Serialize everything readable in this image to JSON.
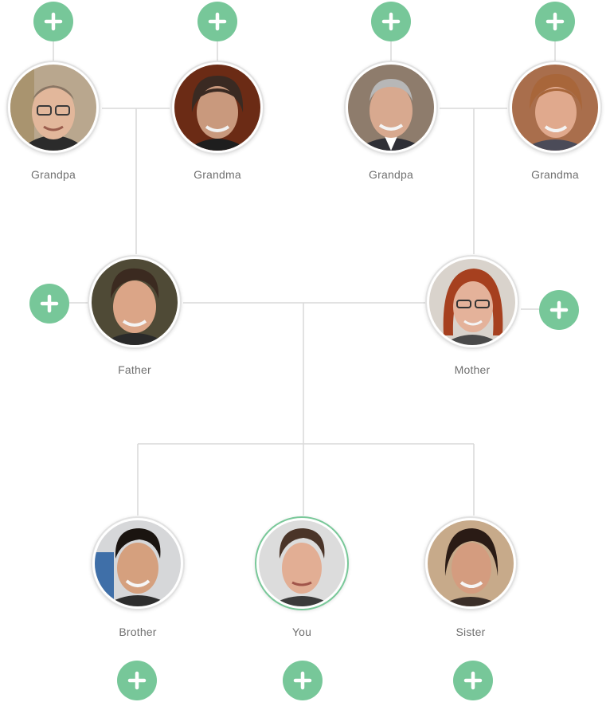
{
  "colors": {
    "add_button": "#77c799",
    "connector": "#d9d9d9",
    "self_ring": "#79c899",
    "label_text": "#707070"
  },
  "icons": {
    "add": "plus-icon"
  },
  "people": {
    "paternal_grandpa": {
      "label": "Grandpa"
    },
    "paternal_grandma": {
      "label": "Grandma"
    },
    "maternal_grandpa": {
      "label": "Grandpa"
    },
    "maternal_grandma": {
      "label": "Grandma"
    },
    "father": {
      "label": "Father"
    },
    "mother": {
      "label": "Mother"
    },
    "brother": {
      "label": "Brother"
    },
    "you": {
      "label": "You"
    },
    "sister": {
      "label": "Sister"
    }
  }
}
